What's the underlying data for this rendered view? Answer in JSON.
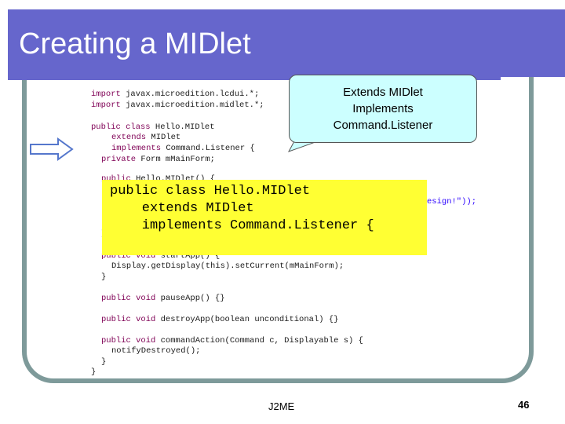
{
  "slide": {
    "title": "Creating a MIDlet",
    "footer": "J2ME",
    "page_number": "46"
  },
  "callout": {
    "lines": [
      "Extends MIDlet",
      "Implements",
      "Command.Listener"
    ]
  },
  "highlight": {
    "lines": [
      "public class Hello.MIDlet",
      "    extends MIDlet",
      "    implements Command.Listener {"
    ]
  },
  "code": {
    "lines": [
      {
        "kw": "import",
        "rest": " javax.microedition.lcdui.*;"
      },
      {
        "kw": "import",
        "rest": " javax.microedition.midlet.*;"
      },
      {
        "kw": "public class",
        "rest": " Hello.MIDlet"
      },
      {
        "kw": "extends",
        "rest": " MIDlet"
      },
      {
        "kw": "implements",
        "rest": " Command.Listener {"
      },
      {
        "kw": "private",
        "rest": " Form mMainForm;"
      },
      {
        "kw": "public",
        "rest": " Hello.MIDlet() {"
      },
      {
        "kw": "",
        "rest": "esign!\"));"
      },
      {
        "kw": "}",
        "rest": ""
      },
      {
        "kw": "public void",
        "rest": " startApp() {"
      },
      {
        "kw": "",
        "rest": "Display.getDisplay(this).setCurrent(mMainForm);"
      },
      {
        "kw": "}",
        "rest": ""
      },
      {
        "kw": "public void",
        "rest": " pauseApp() {}"
      },
      {
        "kw": "public void",
        "rest": " destroyApp(boolean unconditional) {}"
      },
      {
        "kw": "public void",
        "rest": " commandAction(Command c, Displayable s) {"
      },
      {
        "kw": "",
        "rest": "notifyDestroyed();"
      },
      {
        "kw": "}",
        "rest": ""
      },
      {
        "kw": "}",
        "rest": ""
      }
    ]
  },
  "colors": {
    "title_bar": "#6666cc",
    "callout_bg": "#ccffff",
    "highlight_bg": "#ffff33",
    "frame": "#7e9a9a",
    "keyword": "#7f0055"
  },
  "icons": {
    "arrow": "right-arrow-icon"
  }
}
